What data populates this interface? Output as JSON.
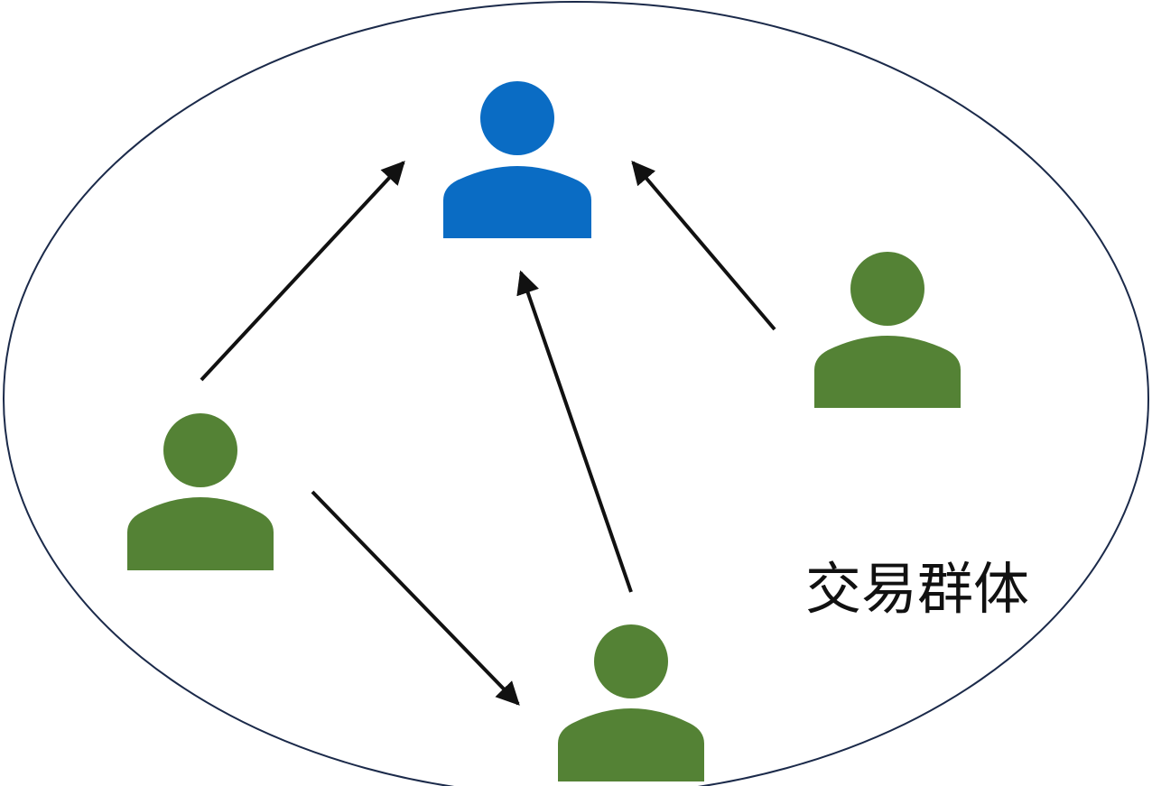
{
  "group_label": "交易群体",
  "nodes": [
    {
      "id": "leader",
      "role": "leader",
      "color": "#0A6CC4"
    },
    {
      "id": "member-left",
      "role": "member",
      "color": "#548235"
    },
    {
      "id": "member-right",
      "role": "member",
      "color": "#548235"
    },
    {
      "id": "member-bottom",
      "role": "member",
      "color": "#548235"
    }
  ],
  "edges": [
    {
      "from": "member-left",
      "to": "leader"
    },
    {
      "from": "member-right",
      "to": "leader"
    },
    {
      "from": "member-bottom",
      "to": "leader"
    },
    {
      "from": "member-left",
      "to": "member-bottom"
    }
  ],
  "colors": {
    "boundary": "#1B2A4A",
    "arrow": "#111111",
    "leader": "#0A6CC4",
    "member": "#548235"
  }
}
